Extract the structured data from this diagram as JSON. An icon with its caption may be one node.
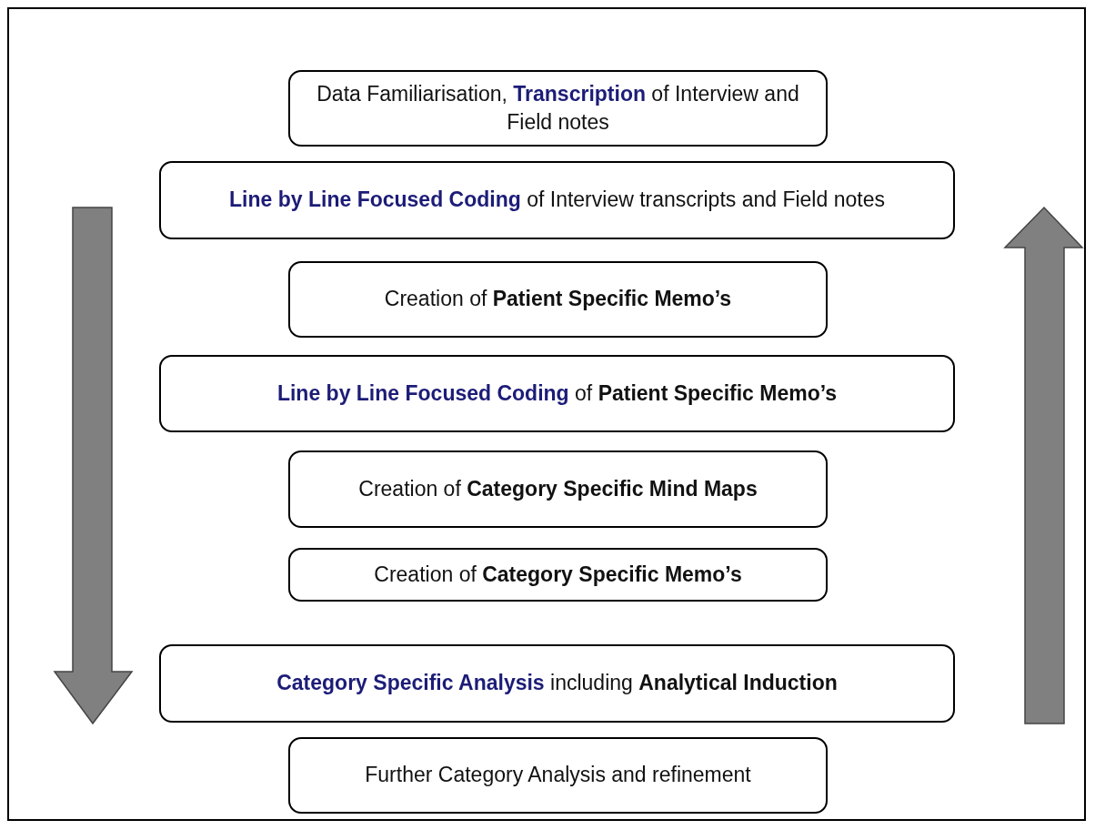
{
  "diagram": {
    "nodes": [
      {
        "text": [
          "Data Familiarisation, **Transcription** of Interview and Field notes"
        ]
      },
      {
        "text": [
          "**Line by Line Focused Coding** of Interview transcripts and Field notes"
        ]
      },
      {
        "text": [
          "Creation of **Patient Specific Memo’s**"
        ]
      },
      {
        "text": [
          "**Line by Line Focused Coding** of **Patient Specific Memo’s**"
        ]
      },
      {
        "text": [
          "Creation of **Category Specific Mind Maps**"
        ]
      },
      {
        "text": [
          "Creation of **Category Specific Memo’s**"
        ]
      },
      {
        "text": [
          "**Category Specific Analysis** including **Analytical Induction**"
        ]
      },
      {
        "text": [
          "Further Category Analysis and refinement"
        ]
      }
    ]
  }
}
